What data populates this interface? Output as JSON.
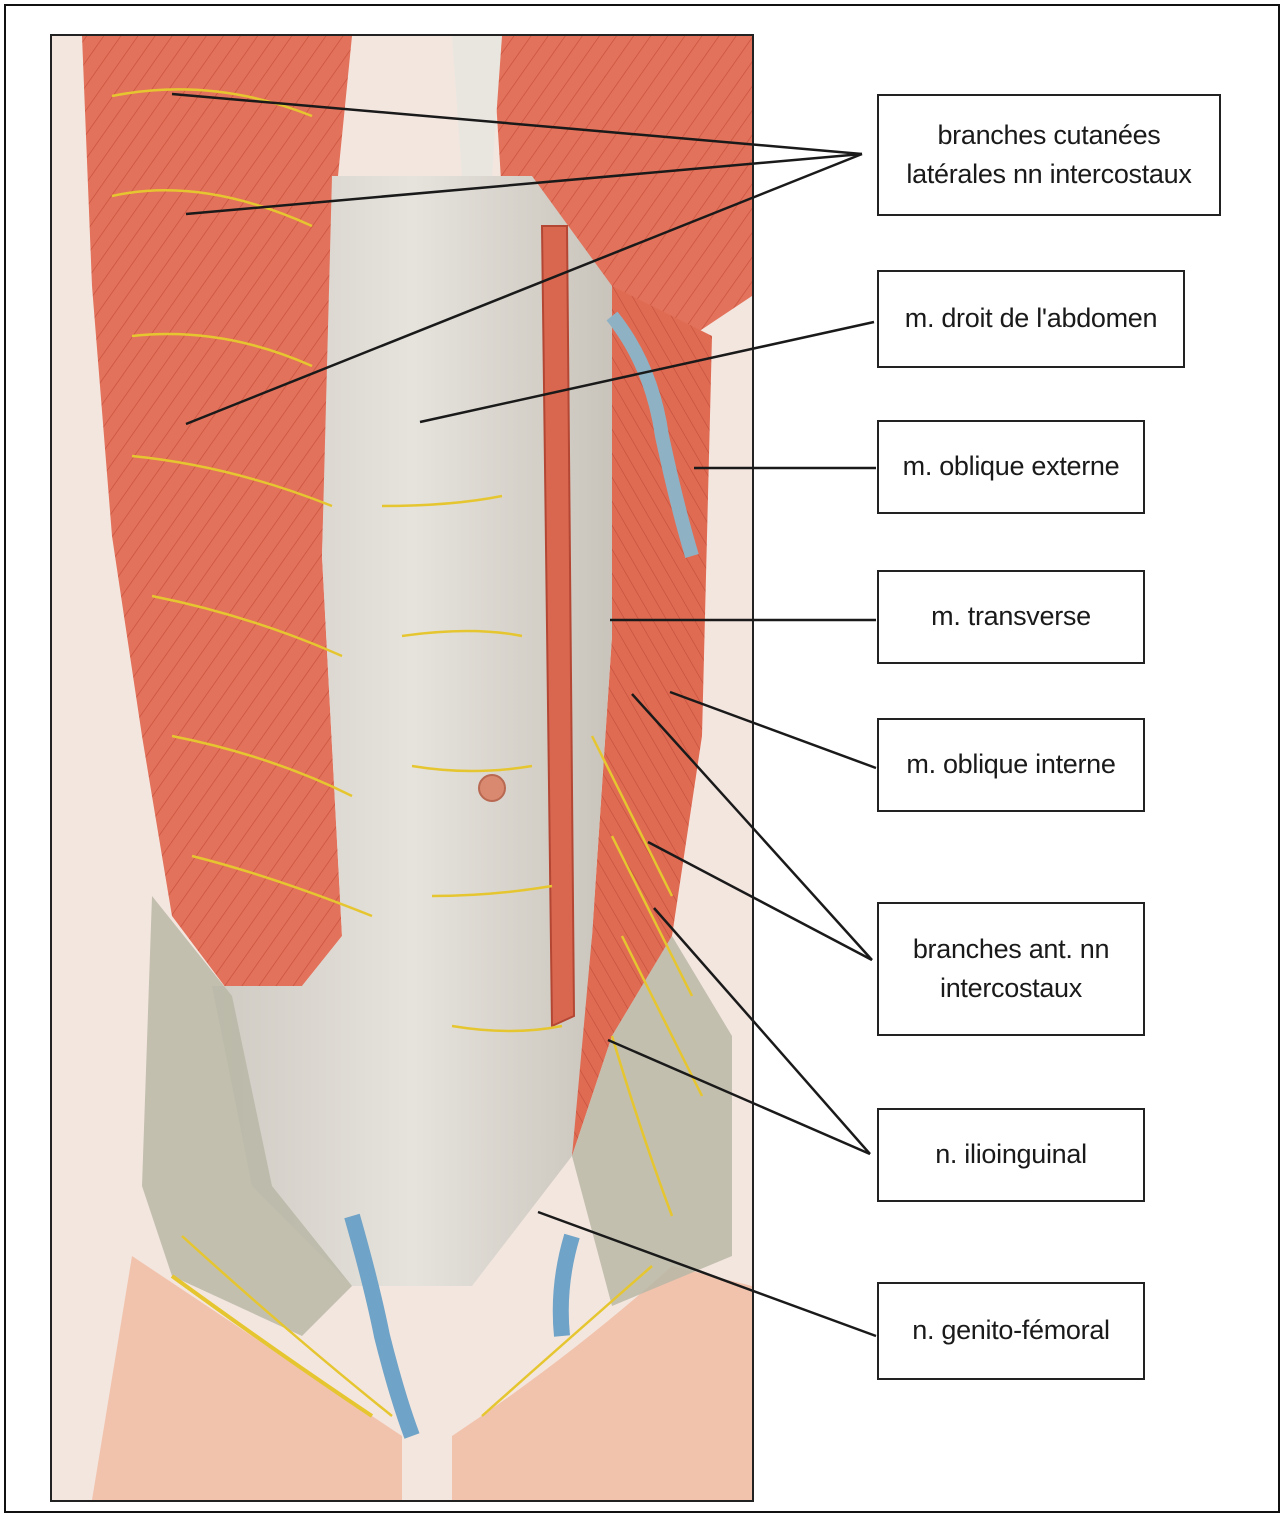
{
  "figure": {
    "illustration_name": "anterior-abdominal-wall-nerves-illustration",
    "colors": {
      "muscle": "#e2725b",
      "muscle_dark": "#c9503c",
      "fascia": "#dcd9d2",
      "nerve": "#e6c630",
      "vein": "#6fa3c7",
      "skin": "#f1c3ad"
    }
  },
  "labels": [
    {
      "id": "branches-cutanees",
      "text": "branches cutanées\nlatérales nn intercostaux"
    },
    {
      "id": "droit",
      "text": "m. droit de l'abdomen"
    },
    {
      "id": "oblique-externe",
      "text": "m. oblique externe"
    },
    {
      "id": "transverse",
      "text": "m. transverse"
    },
    {
      "id": "oblique-interne",
      "text": "m. oblique interne"
    },
    {
      "id": "branches-ant",
      "text": "branches ant. nn\nintercostaux"
    },
    {
      "id": "ilioinguinal",
      "text": "n. ilioinguinal"
    },
    {
      "id": "genito-femoral",
      "text": "n. genito-fémoral"
    }
  ]
}
